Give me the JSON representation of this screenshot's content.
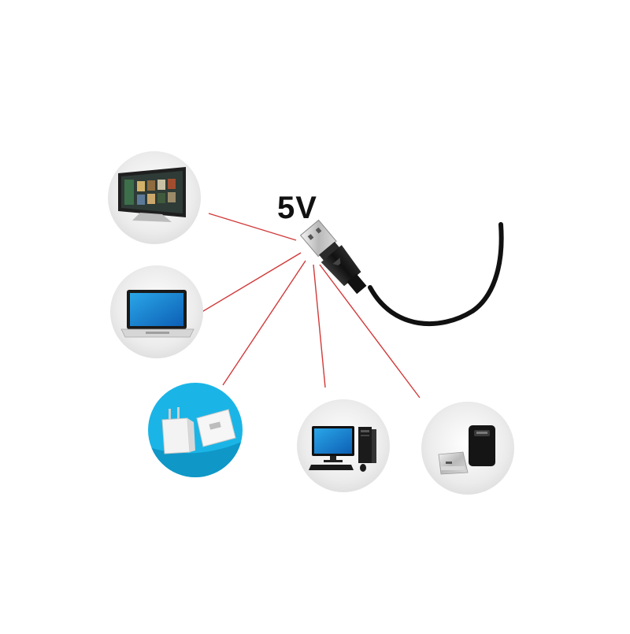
{
  "diagram": {
    "voltage_label": "5V",
    "connector": "usb-a-plug",
    "line_color": "#d23a3a",
    "accent_colors": {
      "charger_background": "#1ab5e6",
      "circle_background": "#e9e9e9",
      "cable": "#111111"
    },
    "devices": [
      {
        "name": "smart-tv",
        "icon": "tv-icon"
      },
      {
        "name": "laptop",
        "icon": "laptop-icon"
      },
      {
        "name": "usb-wall-charger",
        "icon": "wall-charger-icon"
      },
      {
        "name": "desktop-computer",
        "icon": "desktop-computer-icon"
      },
      {
        "name": "power-bank",
        "icon": "power-bank-icon"
      }
    ]
  }
}
